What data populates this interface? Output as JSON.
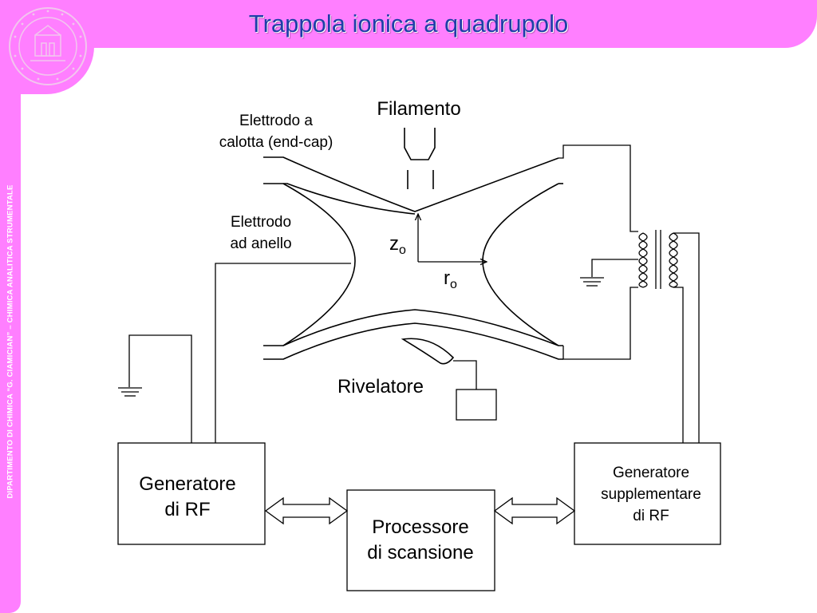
{
  "slide": {
    "title": "Trappola ionica a quadrupolo",
    "side_label": "DIPARTIMENTO DI CHIMICA “G. CIAMICIAN” – CHIMICA ANALITICA STRUMENTALE"
  },
  "colors": {
    "accent_pink": "#ff7fff",
    "title_blue": "#1f3ea8"
  },
  "logo": {
    "icon": "university-seal-icon"
  },
  "diagram": {
    "labels": {
      "filament": "Filamento",
      "endcap_line1": "Elettrodo a",
      "endcap_line2": "calotta (end-cap)",
      "ring_line1": "Elettrodo",
      "ring_line2": "ad anello",
      "z0": "z",
      "z0_sub": "o",
      "r0": "r",
      "r0_sub": "o",
      "detector": "Rivelatore"
    },
    "boxes": {
      "rf_generator_line1": "Generatore",
      "rf_generator_line2": "di RF",
      "processor_line1": "Processore",
      "processor_line2": "di scansione",
      "supp_generator_line1": "Generatore",
      "supp_generator_line2": "supplementare",
      "supp_generator_line3": "di RF"
    }
  }
}
